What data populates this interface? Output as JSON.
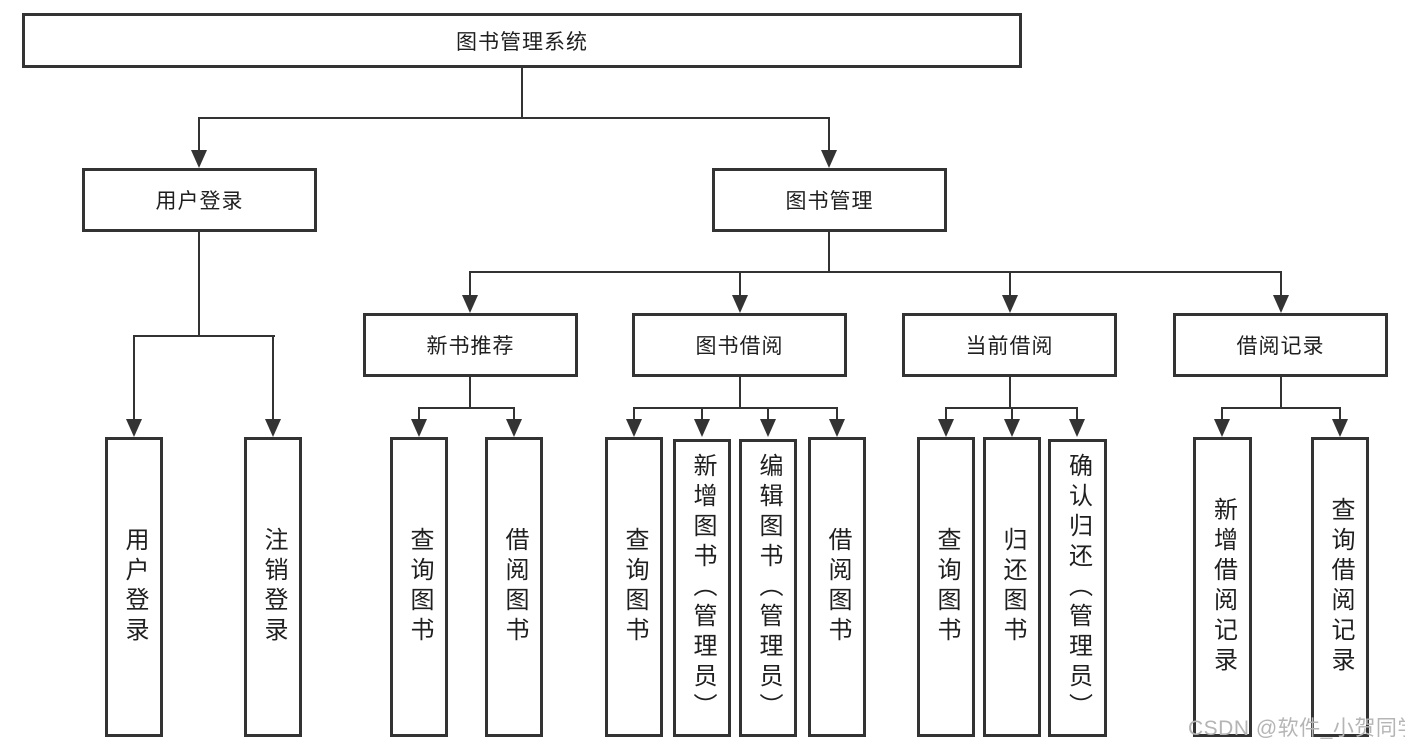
{
  "diagram_type": "hierarchy-tree",
  "colors": {
    "line": "#333333",
    "box_border": "#333333",
    "box_background": "#ffffff",
    "text": "#1f1f1f",
    "watermark": "#b5b5b5",
    "page_background": "#ffffff"
  },
  "tree": {
    "label": "图书管理系统",
    "children": [
      {
        "label": "用户登录",
        "children": [
          {
            "label": "用户登录"
          },
          {
            "label": "注销登录"
          }
        ]
      },
      {
        "label": "图书管理",
        "children": [
          {
            "label": "新书推荐",
            "children": [
              {
                "label": "查询图书"
              },
              {
                "label": "借阅图书"
              }
            ]
          },
          {
            "label": "图书借阅",
            "children": [
              {
                "label": "查询图书"
              },
              {
                "label": "新增图书（管理员）"
              },
              {
                "label": "编辑图书（管理员）"
              },
              {
                "label": "借阅图书"
              }
            ]
          },
          {
            "label": "当前借阅",
            "children": [
              {
                "label": "查询图书"
              },
              {
                "label": "归还图书"
              },
              {
                "label": "确认归还（管理员）"
              }
            ]
          },
          {
            "label": "借阅记录",
            "children": [
              {
                "label": "新增借阅记录"
              },
              {
                "label": "查询借阅记录"
              }
            ]
          }
        ]
      }
    ]
  },
  "watermark": {
    "text": "CSDN @软件_小贺同学"
  }
}
